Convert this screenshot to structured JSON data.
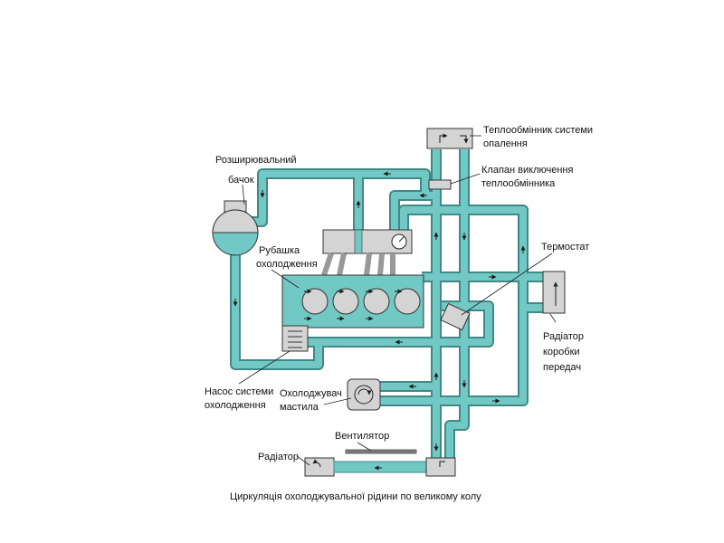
{
  "diagram": {
    "labels": {
      "heater_core": [
        "Теплообмінник системи",
        "опалення"
      ],
      "valve": [
        "Клапан виключення",
        "теплообмінника"
      ],
      "expansion_tank": [
        "Розширювальний",
        "бачок"
      ],
      "jacket": [
        "Рубашка",
        "охолодження"
      ],
      "thermostat": "Термостат",
      "gearbox_radiator": [
        "Радіатор",
        "коробки",
        "передач"
      ],
      "pump": [
        "Насос системи",
        "охолодження"
      ],
      "oil_cooler": [
        "Охолоджувач",
        "мастила"
      ],
      "fan": "Вентилятор",
      "radiator": "Радіатор"
    },
    "caption": "Циркуляція охолоджувальної рідини по великому колу",
    "colors": {
      "coolant": "#72c8c4",
      "coolant_edge": "#3f8a86",
      "component": "#d4d4d4",
      "arrow": "#1a1a1a"
    }
  }
}
